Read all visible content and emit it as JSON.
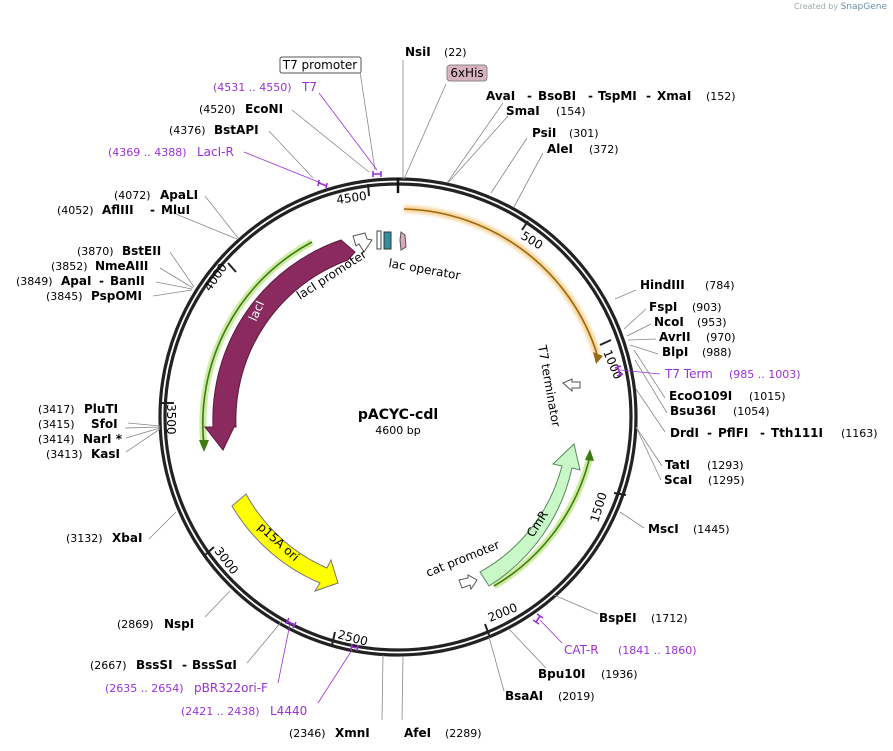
{
  "credit": {
    "prefix": "Created by",
    "brand": "SnapGene"
  },
  "plasmid": {
    "name": "pACYC-cdl",
    "length_label": "4600 bp",
    "length": 4600
  },
  "ticks": [
    "500",
    "1000",
    "1500",
    "2000",
    "2500",
    "3000",
    "3500",
    "4000",
    "4500"
  ],
  "enzymes": {
    "nsii": {
      "name": "NsiI",
      "pos": "(22)"
    },
    "aval_group": {
      "names": [
        "AvaI",
        "BsoBI",
        "TspMI",
        "XmaI"
      ],
      "pos": "(152)"
    },
    "smai": {
      "name": "SmaI",
      "pos": "(154)"
    },
    "psii": {
      "name": "PsiI",
      "pos": "(301)"
    },
    "alei": {
      "name": "AleI",
      "pos": "(372)"
    },
    "hindiii": {
      "name": "HindIII",
      "pos": "(784)"
    },
    "fspi": {
      "name": "FspI",
      "pos": "(903)"
    },
    "ncoi": {
      "name": "NcoI",
      "pos": "(953)"
    },
    "avrii": {
      "name": "AvrII",
      "pos": "(970)"
    },
    "blpi": {
      "name": "BlpI",
      "pos": "(988)"
    },
    "eco0109i": {
      "name": "EcoO109I",
      "pos": "(1015)"
    },
    "bsu36i": {
      "name": "Bsu36I",
      "pos": "(1054)"
    },
    "drdi_group": {
      "names": [
        "DrdI",
        "PflFI",
        "Tth111I"
      ],
      "pos": "(1163)"
    },
    "tati": {
      "name": "TatI",
      "pos": "(1293)"
    },
    "scai": {
      "name": "ScaI",
      "pos": "(1295)"
    },
    "msci": {
      "name": "MscI",
      "pos": "(1445)"
    },
    "bspei": {
      "name": "BspEI",
      "pos": "(1712)"
    },
    "bpu10i": {
      "name": "Bpu10I",
      "pos": "(1936)"
    },
    "bsaai": {
      "name": "BsaAI",
      "pos": "(2019)"
    },
    "afei": {
      "name": "AfeI",
      "pos": "(2289)"
    },
    "xmni": {
      "name": "XmnI",
      "pos": "(2346)"
    },
    "bsssi_group": {
      "names": [
        "BssSI",
        "BssSαI"
      ],
      "pos": "(2667)"
    },
    "nspi": {
      "name": "NspI",
      "pos": "(2869)"
    },
    "xbai": {
      "name": "XbaI",
      "pos": "(3132)"
    },
    "kasi": {
      "name": "KasI",
      "pos": "(3413)"
    },
    "nari": {
      "name": "NarI *",
      "pos": "(3414)"
    },
    "sfoi": {
      "name": "SfoI",
      "pos": "(3415)"
    },
    "pluti": {
      "name": "PluTI",
      "pos": "(3417)"
    },
    "pspomi": {
      "name": "PspOMI",
      "pos": "(3845)"
    },
    "apai_group": {
      "names": [
        "ApaI",
        "BanII"
      ],
      "pos": "(3849)"
    },
    "nmeaiii": {
      "name": "NmeAIII",
      "pos": "(3852)"
    },
    "bsteii": {
      "name": "BstEII",
      "pos": "(3870)"
    },
    "afliii_group": {
      "names": [
        "AflIII",
        "MluI"
      ],
      "pos": "(4052)"
    },
    "apali": {
      "name": "ApaLI",
      "pos": "(4072)"
    },
    "bstapi": {
      "name": "BstAPI",
      "pos": "(4376)"
    },
    "econi": {
      "name": "EcoNI",
      "pos": "(4520)"
    }
  },
  "primers": {
    "t7_term": {
      "name": "T7 Term",
      "range": "(985 .. 1003)"
    },
    "cat_r": {
      "name": "CAT-R",
      "range": "(1841 .. 1860)"
    },
    "pbr322ori_f": {
      "name": "pBR322ori-F",
      "range": "(2635 .. 2654)"
    },
    "l4440": {
      "name": "L4440",
      "range": "(2421 .. 2438)"
    },
    "laci_r": {
      "name": "LacI-R",
      "range": "(4369 .. 4388)"
    },
    "t7": {
      "name": "T7",
      "range": "(4531 .. 4550)"
    }
  },
  "features": {
    "t7_promoter": "T7 promoter",
    "sixhis": "6xHis",
    "lac_operator": "lac operator",
    "laci_promoter": "lacI promoter",
    "laci": "lacI",
    "t7_terminator": "T7 terminator",
    "p15a_ori": "p15A ori",
    "cmr": "CmR",
    "cat_promoter": "cat promoter"
  },
  "colors": {
    "backbone": "#222222",
    "laci": "#8b2a5e",
    "p15a_ori": "#ffff00",
    "cmr": "#c8f7c8",
    "orf_orange": "#f0a830",
    "orf_green": "#7bc043",
    "primer": "#9b30d9",
    "lac_operator": "#2f8f8f",
    "sixhis": "#c8a0b0"
  }
}
